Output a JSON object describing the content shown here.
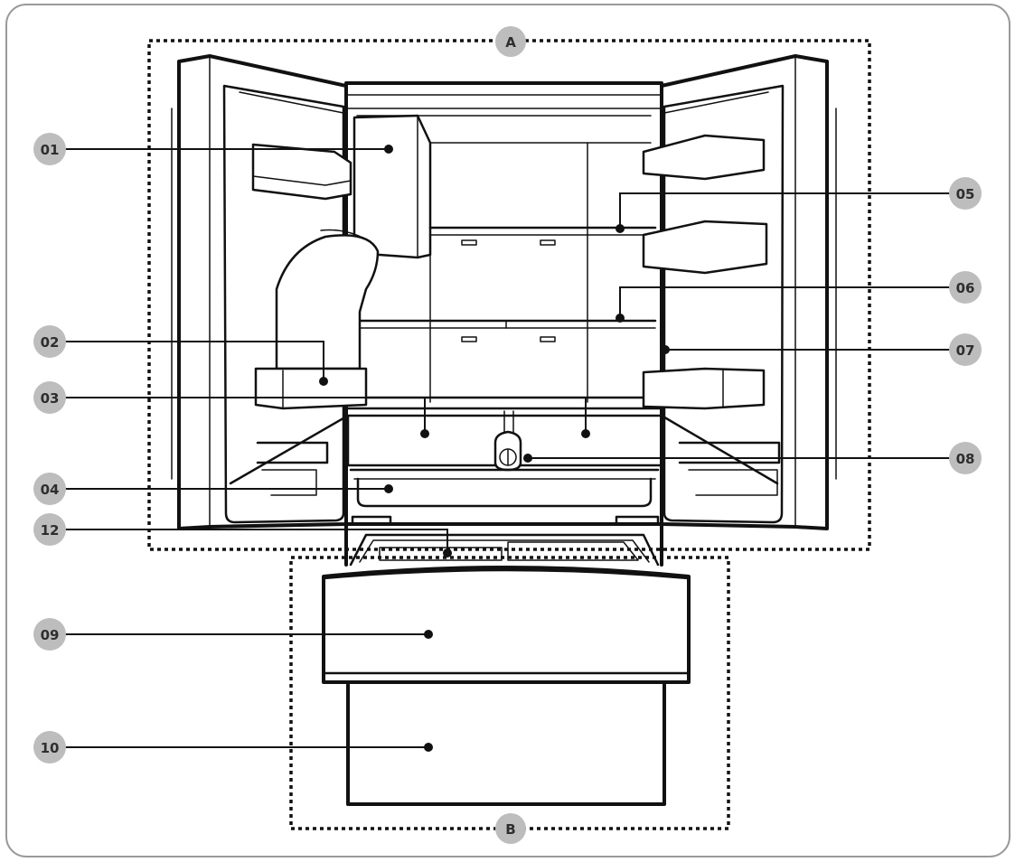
{
  "zones": [
    {
      "id": "zone-a",
      "label": "A"
    },
    {
      "id": "zone-b",
      "label": "B"
    }
  ],
  "callouts": [
    {
      "id": "01",
      "label": "01"
    },
    {
      "id": "02",
      "label": "02"
    },
    {
      "id": "03",
      "label": "03"
    },
    {
      "id": "04",
      "label": "04"
    },
    {
      "id": "05",
      "label": "05"
    },
    {
      "id": "06",
      "label": "06"
    },
    {
      "id": "07",
      "label": "07"
    },
    {
      "id": "08",
      "label": "08"
    },
    {
      "id": "12",
      "label": "12"
    },
    {
      "id": "09",
      "label": "09"
    },
    {
      "id": "10",
      "label": "10"
    }
  ],
  "colors": {
    "badge": "#bdbdbd",
    "badge_text": "#2e2e2e",
    "line": "#111111",
    "frame": "#9a9a9a"
  }
}
